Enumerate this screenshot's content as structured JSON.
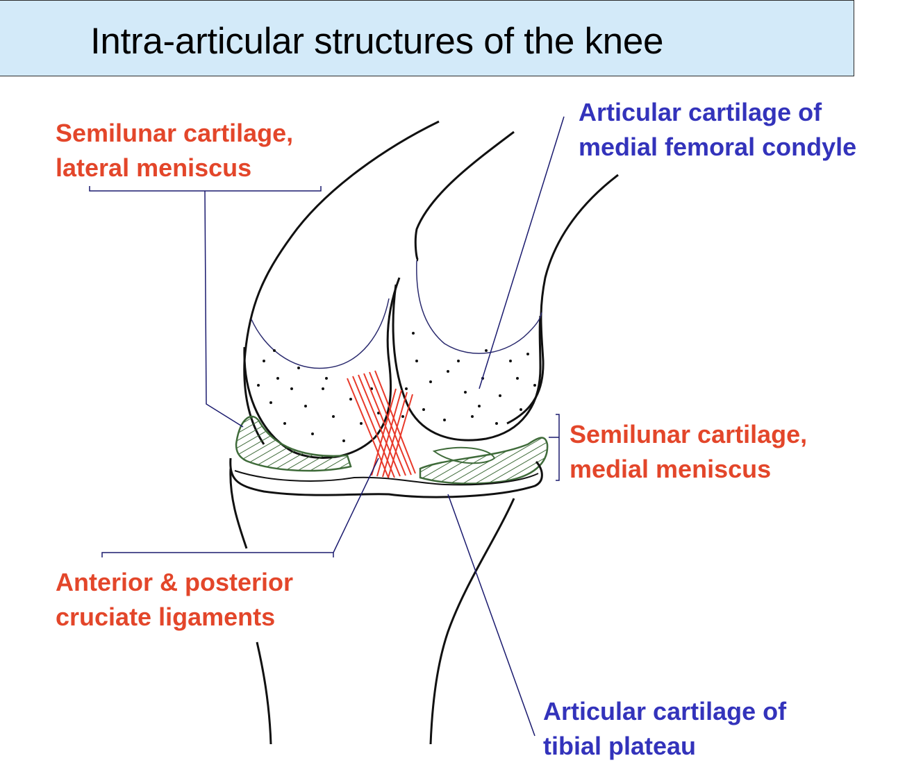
{
  "title": "Intra-articular structures of the knee",
  "colors": {
    "red_label": "#e3462a",
    "blue_label": "#3333bb",
    "title_bg": "#d3eaf9",
    "meniscus": "#3f6b3a",
    "ligament": "#e8392a",
    "outline": "#111111",
    "leader": "#1a1a6e"
  },
  "labels": {
    "lateral_meniscus": {
      "line1": "Semilunar cartilage,",
      "line2": "lateral meniscus"
    },
    "femoral_cartilage": {
      "line1": "Articular cartilage of",
      "line2": "medial femoral condyle"
    },
    "medial_meniscus": {
      "line1": "Semilunar cartilage,",
      "line2": "medial meniscus"
    },
    "cruciate": {
      "line1": "Anterior & posterior",
      "line2": "cruciate ligaments"
    },
    "tibial_cartilage": {
      "line1": "Articular cartilage of",
      "line2": "tibial plateau"
    }
  }
}
